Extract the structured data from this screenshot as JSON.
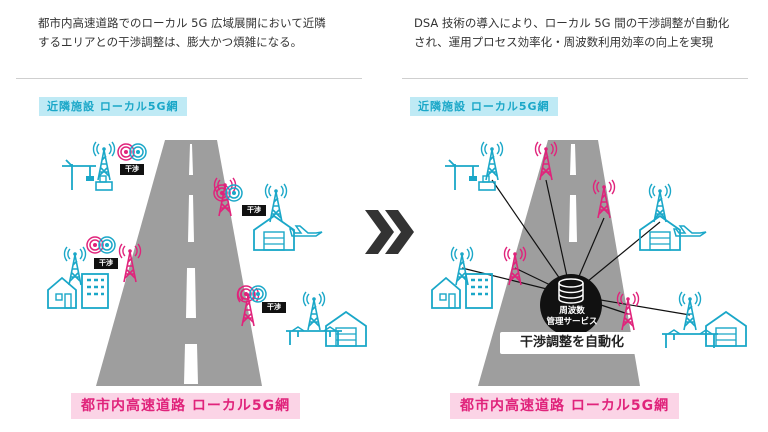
{
  "left_panel": {
    "description_line1": "都市内高速道路でのローカル 5G 広域展開において近隣",
    "description_line2": "するエリアとの干渉調整は、膨大かつ煩雑になる。",
    "neighbor_label": "近隣施設 ローカル5G網",
    "highway_label": "都市内高速道路 ローカル5G網",
    "interference_badge": "干渉"
  },
  "right_panel": {
    "description_line1": "DSA 技術の導入により、ローカル 5G 間の干渉調整が自動化",
    "description_line2": "され、運用プロセス効率化・周波数利用効率の向上を実現",
    "neighbor_label": "近隣施設 ローカル5G網",
    "highway_label": "都市内高速道路 ローカル5G網",
    "service_label_line1": "周波数",
    "service_label_line2": "管理サービス",
    "automation_label": "干渉調整を自動化"
  },
  "colors": {
    "cyan": "#1aa7c8",
    "pink": "#e0237b",
    "road": "#9e9e9e",
    "text": "#333333"
  }
}
